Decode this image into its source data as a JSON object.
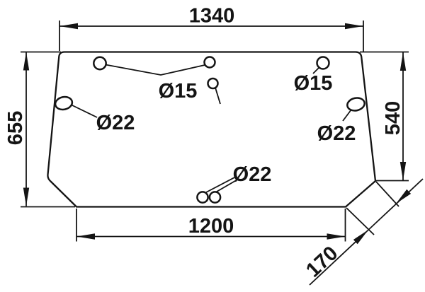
{
  "drawing": {
    "type": "technical-drawing-glass-panel",
    "background_color": "#ffffff",
    "line_color": "#141414",
    "dimensions": {
      "width_top": "1340",
      "height_left": "655",
      "height_right": "540",
      "width_bottom": "1200",
      "edge_diagonal": "170"
    },
    "hole_labels": {
      "d15_left": "Ø15",
      "d15_right": "Ø15",
      "d22_left": "Ø22",
      "d22_right": "Ø22",
      "d22_bottom": "Ø22"
    }
  }
}
